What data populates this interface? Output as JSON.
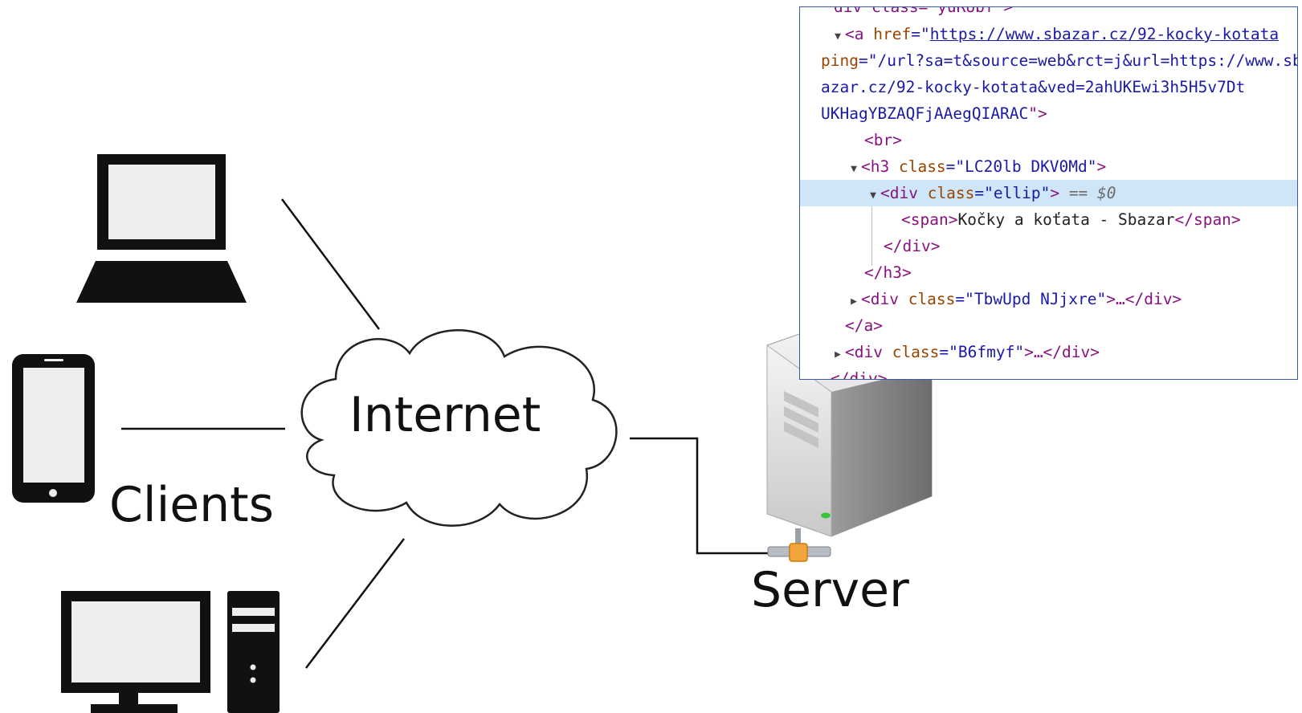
{
  "diagram": {
    "labels": {
      "internet": "Internet",
      "clients": "Clients",
      "server": "Server"
    },
    "nodes": [
      "laptop",
      "smartphone",
      "desktop-computer",
      "internet-cloud",
      "server-tower"
    ],
    "edges": [
      [
        "laptop",
        "internet-cloud"
      ],
      [
        "smartphone",
        "internet-cloud"
      ],
      [
        "desktop-computer",
        "internet-cloud"
      ],
      [
        "internet-cloud",
        "server-tower"
      ]
    ]
  },
  "devtools": {
    "line0": {
      "cut": "div class=\"yuRUbf\">"
    },
    "line1": {
      "tag_open": "<a ",
      "attr": "href",
      "eq": "=\"",
      "url": "https://www.sbazar.cz/92-kocky-kotata"
    },
    "line2": {
      "attr": "ping",
      "value": "=\"/url?sa=t&source=web&rct=j&url=https://www.sb"
    },
    "line3": {
      "value": "azar.cz/92-kocky-kotata&ved=2ahUKEwi3h5H5v7Dt"
    },
    "line4": {
      "value": "UKHagYBZAQFjAAegQIARAC",
      "close": "\">"
    },
    "line5": {
      "tag": "<br>"
    },
    "line6": {
      "tag_open": "<h3 ",
      "attr": "class",
      "value": "=\"LC20lb DKV0Md\"",
      "close": ">"
    },
    "line7": {
      "tag_open": "<div ",
      "attr": "class",
      "value": "=\"ellip\"",
      "close": ">",
      "marker": " == $0"
    },
    "line8": {
      "open": "<span>",
      "text": "Kočky a koťata - Sbazar",
      "close": "</span>"
    },
    "line9": {
      "tag": "</div>"
    },
    "line10": {
      "tag": "</h3>"
    },
    "line11": {
      "tag_open": "<div ",
      "attr": "class",
      "value": "=\"TbwUpd NJjxre\"",
      "close": ">…</div>"
    },
    "line12": {
      "tag": "</a>"
    },
    "line13": {
      "tag_open": "<div ",
      "attr": "class",
      "value": "=\"B6fmyf\"",
      "close": ">…</div>"
    },
    "line14": {
      "cut": "</div>"
    }
  },
  "colors": {
    "tag": "#881280",
    "attr_name": "#994500",
    "attr_value": "#1a1aa6",
    "selection": "#cfe6f8",
    "panel_border": "#3b5ba8",
    "router": "#f3a43a"
  }
}
